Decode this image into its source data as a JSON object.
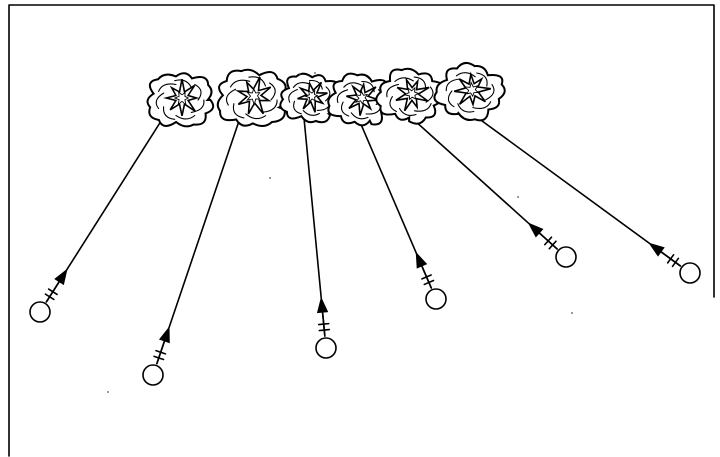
{
  "figure": {
    "background": "#ffffff",
    "ink_color": "#000000",
    "bursts": [
      {
        "id": 1
      },
      {
        "id": 2
      },
      {
        "id": 3
      },
      {
        "id": 4
      },
      {
        "id": 5
      },
      {
        "id": 6
      }
    ],
    "launch_points": [
      {
        "id": 1,
        "target_burst": 1
      },
      {
        "id": 2,
        "target_burst": 2
      },
      {
        "id": 3,
        "target_burst": 3
      },
      {
        "id": 4,
        "target_burst": 4
      },
      {
        "id": 5,
        "target_burst": 5
      },
      {
        "id": 6,
        "target_burst": 6
      }
    ]
  }
}
